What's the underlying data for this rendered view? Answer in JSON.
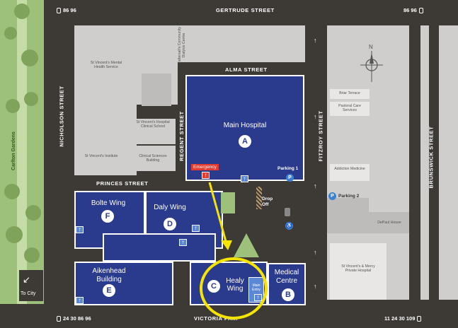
{
  "streets": {
    "gertrude": "GERTRUDE STREET",
    "alma": "ALMA STREET",
    "princes": "PRINCES STREET",
    "nicholson": "NICHOLSON STREET",
    "regent": "REGENT STREET",
    "fitzroy": "FITZROY STREET",
    "brunswick": "BRUNSWICK STREET",
    "victoria": "VICTORIA PA..."
  },
  "trams": {
    "top_left": "86 96",
    "top_right": "86 96",
    "bottom_left": "24 30 86 96",
    "bottom_right": "11 24 30 109"
  },
  "park": {
    "name": "Carlton Gardens",
    "to_city": "To City"
  },
  "small_buildings": {
    "mental_health": "St Vincent's Mental Health Service",
    "tattersalls": "Tattersall's Community Dialysis Centre",
    "clinical_school": "St Vincent's Hospital Clinical School",
    "institute": "St Vincent's Institute",
    "clinical_sciences": "Clinical Sciences Building",
    "briar": "Briar Terrace",
    "pastoral": "Pastoral Care Services",
    "addiction": "Addiction Medicine",
    "depaul": "DePaul House",
    "mercy": "St Vincent's & Mercy Private Hospital"
  },
  "wings": {
    "main": {
      "name": "Main Hospital",
      "letter": "A"
    },
    "medical": {
      "name": "Medical Centre",
      "letter": "B"
    },
    "healy": {
      "name": "Healy Wing",
      "letter": "C"
    },
    "daly": {
      "name": "Daly Wing",
      "letter": "D"
    },
    "aikenhead": {
      "name": "Aikenhead Building",
      "letter": "E"
    },
    "bolte": {
      "name": "Bolte Wing",
      "letter": "F"
    }
  },
  "labels": {
    "emergency": "Emergency",
    "parking1": "Parking 1",
    "parking2": "Parking 2",
    "parking_symbol": "P",
    "drop_off": "Drop Off",
    "main_entry": "Main Entry",
    "north": "N",
    "entry_arrow": "↑"
  },
  "colors": {
    "street": "#3d3a36",
    "building_grey": "#cfcecd",
    "hospital_navy": "#2a3a8c",
    "emergency_red": "#e53b2f",
    "highlight_yellow": "#f5e400",
    "park_green": "#9dc07a"
  }
}
